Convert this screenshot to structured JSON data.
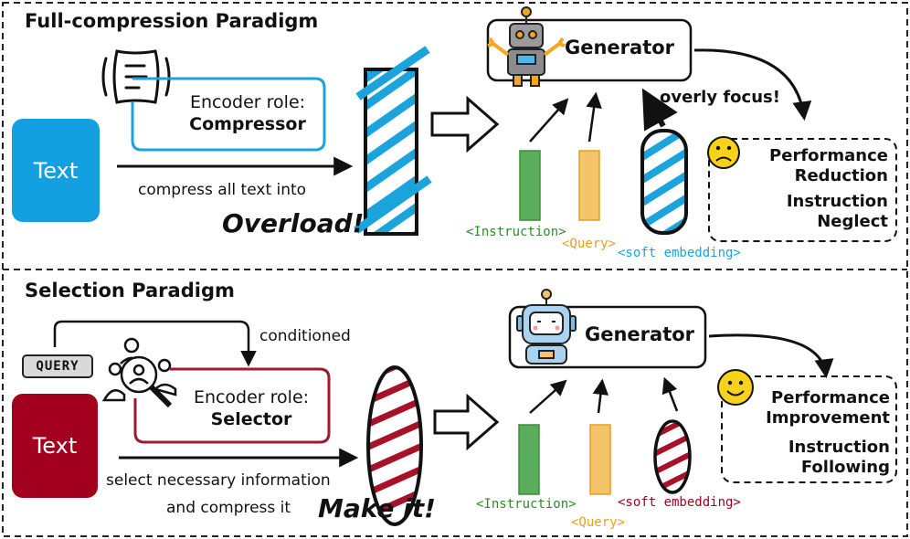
{
  "top": {
    "title": "Full-compression Paradigm",
    "text_box": "Text",
    "role_prefix": "Encoder role:",
    "role_name": "Compressor",
    "arrow_caption": "compress all text into",
    "exclaim": "Overload!",
    "generator": "Generator",
    "focus_note": "overly focus!",
    "tag_instruction": "<Instruction>",
    "tag_query": "<Query>",
    "tag_soft": "<soft embedding>",
    "result_line1": "Performance",
    "result_line2": "Reduction",
    "result_line3": "Instruction",
    "result_line4": "Neglect",
    "colors": {
      "text_box": "#12a0e0",
      "role_border": "#1ba3dc",
      "hatch": "#1ba3dc"
    }
  },
  "bottom": {
    "title": "Selection Paradigm",
    "text_box": "Text",
    "query_chip": "QUERY",
    "conditioned": "conditioned",
    "role_prefix": "Encoder role:",
    "role_name": "Selector",
    "arrow_caption_1": "select necessary information",
    "arrow_caption_2": "and compress it",
    "exclaim": "Make it!",
    "generator": "Generator",
    "tag_instruction": "<Instruction>",
    "tag_query": "<Query>",
    "tag_soft": "<soft embedding>",
    "result_line1": "Performance",
    "result_line2": "Improvement",
    "result_line3": "Instruction",
    "result_line4": "Following",
    "colors": {
      "text_box": "#a3001f",
      "role_border": "#9b1b30",
      "hatch": "#a8112a"
    }
  },
  "colors": {
    "instruction": "#5aad5a",
    "query": "#f5c46a",
    "tag_instruction": "#2e8b2e",
    "tag_query": "#e8a020",
    "tag_soft_top": "#1ba3dc",
    "tag_soft_bottom": "#a3001f"
  },
  "icons": [
    "document-scan-icon",
    "robot-icon",
    "robot-head-icon",
    "magnifier-people-icon",
    "sad-face-icon",
    "happy-face-icon"
  ]
}
